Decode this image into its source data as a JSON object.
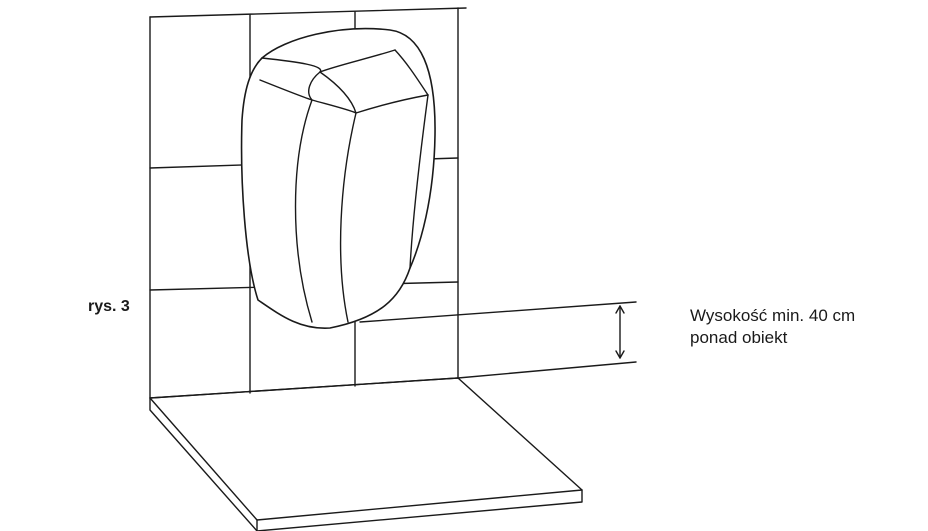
{
  "figure": {
    "label": "rys. 3"
  },
  "dimension_note": {
    "line1": "Wysokość min. 40 cm",
    "line2": "ponad obiekt"
  },
  "icons": {
    "heater": "wall-mounted-heater-icon",
    "dimension": "double-arrow-icon"
  }
}
